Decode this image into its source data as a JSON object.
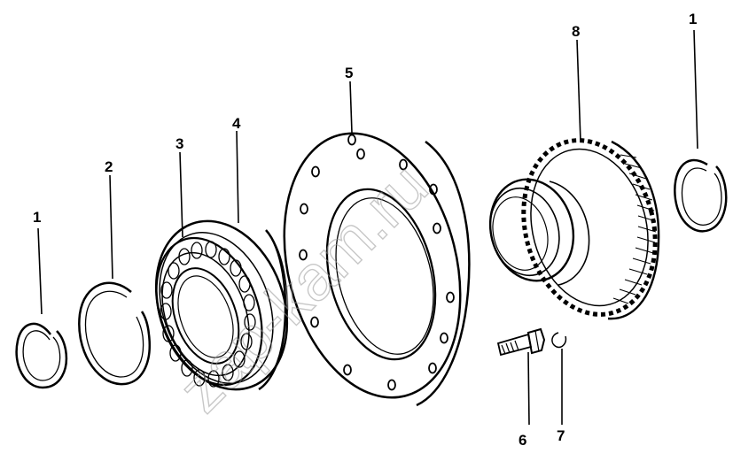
{
  "watermark": "zap-kam.ru",
  "callouts": [
    "1",
    "2",
    "3",
    "4",
    "5",
    "8",
    "1",
    "6",
    "7"
  ],
  "colors": {
    "line": "#000000",
    "background": "#ffffff",
    "watermark": "#9a9a9a"
  }
}
